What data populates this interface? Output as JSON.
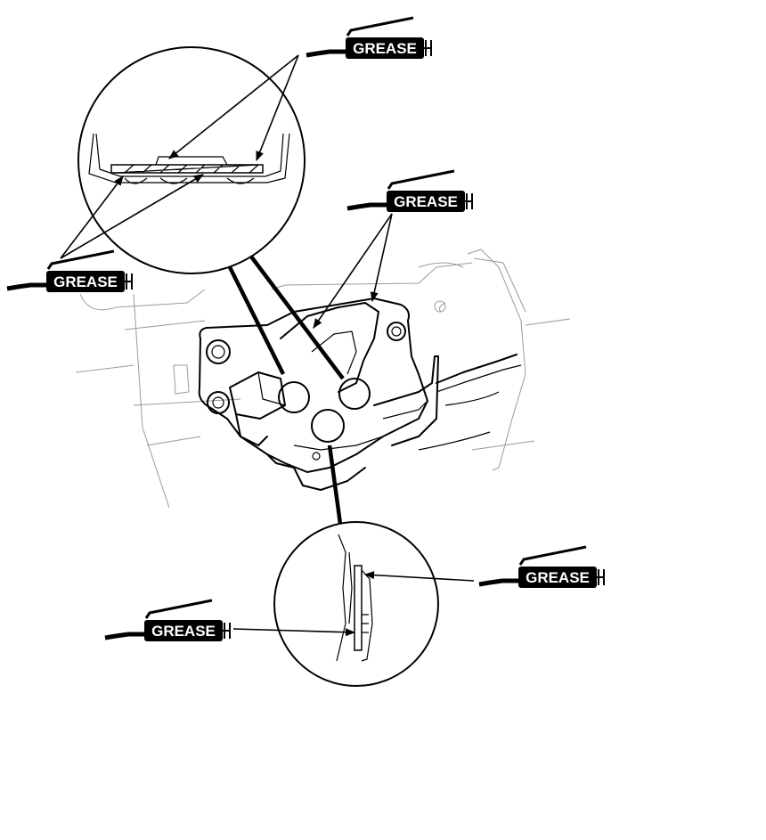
{
  "callout_label": "GREASE",
  "callouts": [
    {
      "label": "GREASE"
    },
    {
      "label": "GREASE"
    },
    {
      "label": "GREASE"
    },
    {
      "label": "GREASE"
    },
    {
      "label": "GREASE"
    }
  ],
  "colors": {
    "line": "#000000",
    "label_bg": "#000000",
    "label_text": "#ffffff",
    "light_line": "#9a9a9a"
  }
}
